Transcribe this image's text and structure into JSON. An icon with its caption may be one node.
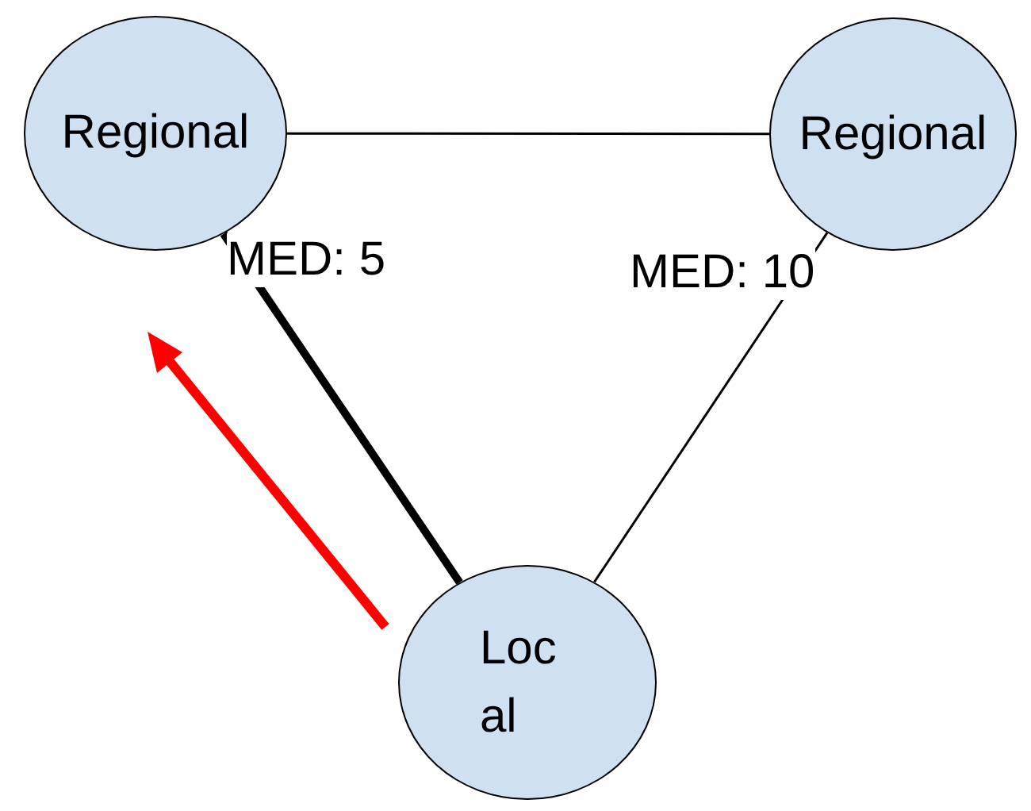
{
  "diagram": {
    "nodes": [
      {
        "text": [
          "Regional"
        ]
      },
      {
        "text": [
          "Regional"
        ]
      },
      {
        "text": [
          "Local"
        ]
      }
    ],
    "edges": [
      {
        "from": 0,
        "to": 1,
        "arrow": "none"
      },
      {
        "from": 0,
        "to": 2,
        "arrow": "none",
        "label": "MED: 5",
        "style": "thick"
      },
      {
        "from": 1,
        "to": 2,
        "arrow": "none",
        "label": "MED: 10"
      }
    ]
  }
}
